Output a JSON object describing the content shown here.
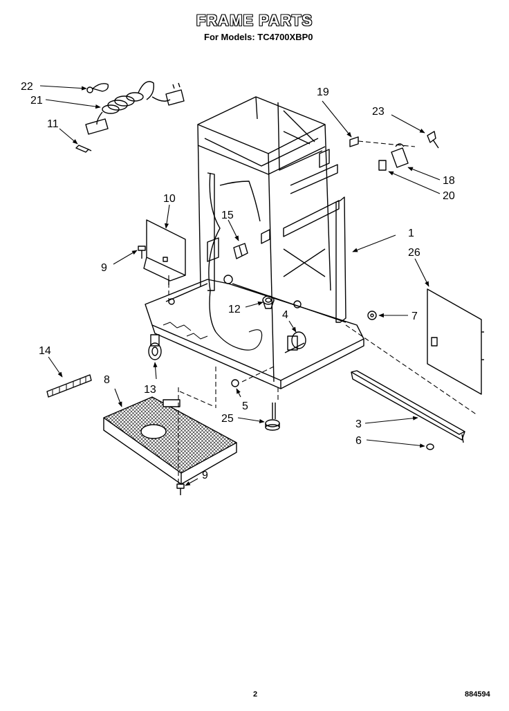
{
  "header": {
    "title": "FRAME PARTS",
    "subtitle": "For Models: TC4700XBP0"
  },
  "footer": {
    "page_number": "2",
    "doc_number": "884594"
  },
  "callouts": {
    "c1": "1",
    "c3": "3",
    "c4": "4",
    "c5": "5",
    "c6": "6",
    "c7": "7",
    "c8": "8",
    "c9a": "9",
    "c9b": "9",
    "c10": "10",
    "c11": "11",
    "c12": "12",
    "c13": "13",
    "c14": "14",
    "c15": "15",
    "c18": "18",
    "c19": "19",
    "c20": "20",
    "c21": "21",
    "c22": "22",
    "c23": "23",
    "c25": "25",
    "c26": "26"
  }
}
